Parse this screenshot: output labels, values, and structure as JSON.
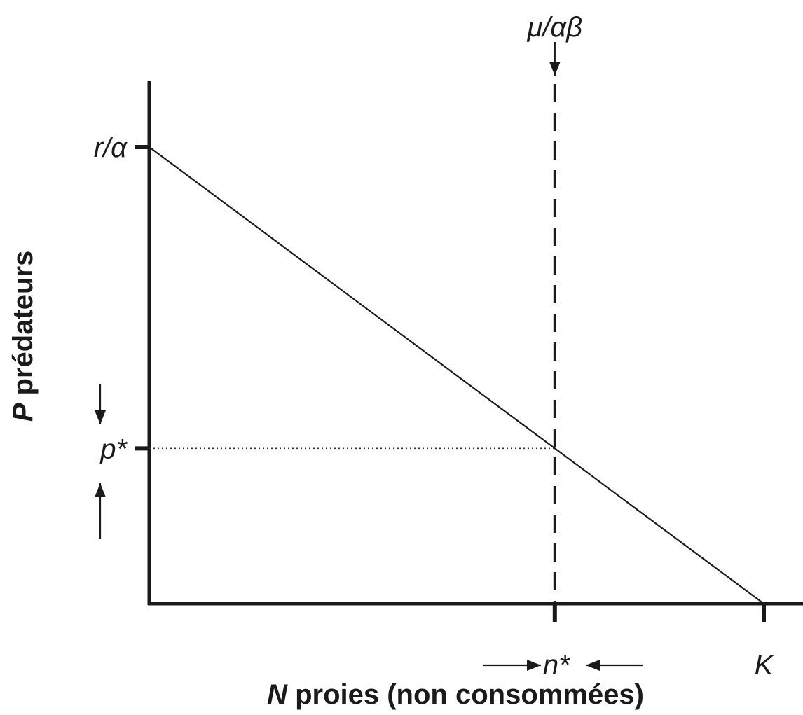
{
  "chart_data": {
    "type": "line",
    "xlabel_var": "N",
    "xlabel_text": " proies (non consommées)",
    "ylabel_var": "P",
    "ylabel_text": " prédateurs",
    "x_ticks": [
      {
        "label": "n*",
        "value": 0.66
      },
      {
        "label": "K",
        "value": 1.0
      }
    ],
    "y_ticks": [
      {
        "label": "r/α",
        "value": 1.0
      },
      {
        "label": "p*",
        "value": 0.34
      }
    ],
    "isocline_label": "μ/αβ",
    "series": [
      {
        "x": [
          0,
          1.0
        ],
        "y": [
          1.0,
          0
        ]
      }
    ],
    "isocline_x": 0.66,
    "equilibrium": {
      "x": 0.66,
      "y": 0.34
    },
    "xlim": [
      0,
      1.0
    ],
    "ylim": [
      0,
      1.0
    ],
    "grid": false
  }
}
